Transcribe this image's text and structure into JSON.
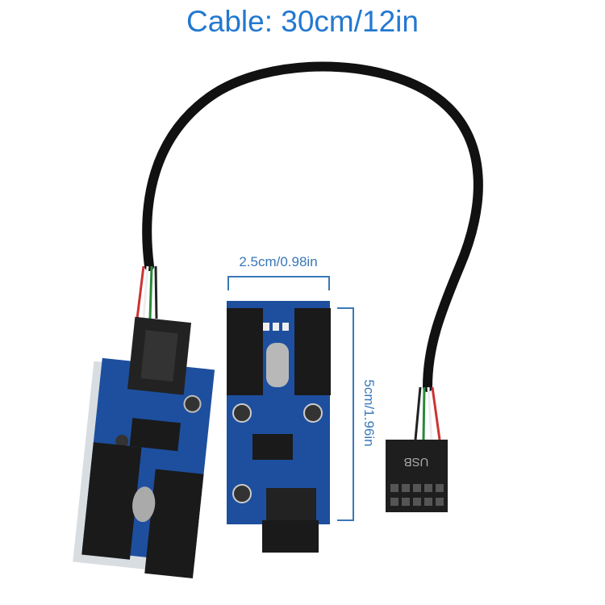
{
  "title": "Cable: 30cm/12in",
  "dimensions": {
    "width_label": "2.5cm/0.98in",
    "height_label": "5cm/1.96in"
  },
  "connector_label": "USB",
  "colors": {
    "title": "#2378d0",
    "dimension": "#3a78b8",
    "pcb": "#1d4f9e",
    "cable": "#111111"
  }
}
